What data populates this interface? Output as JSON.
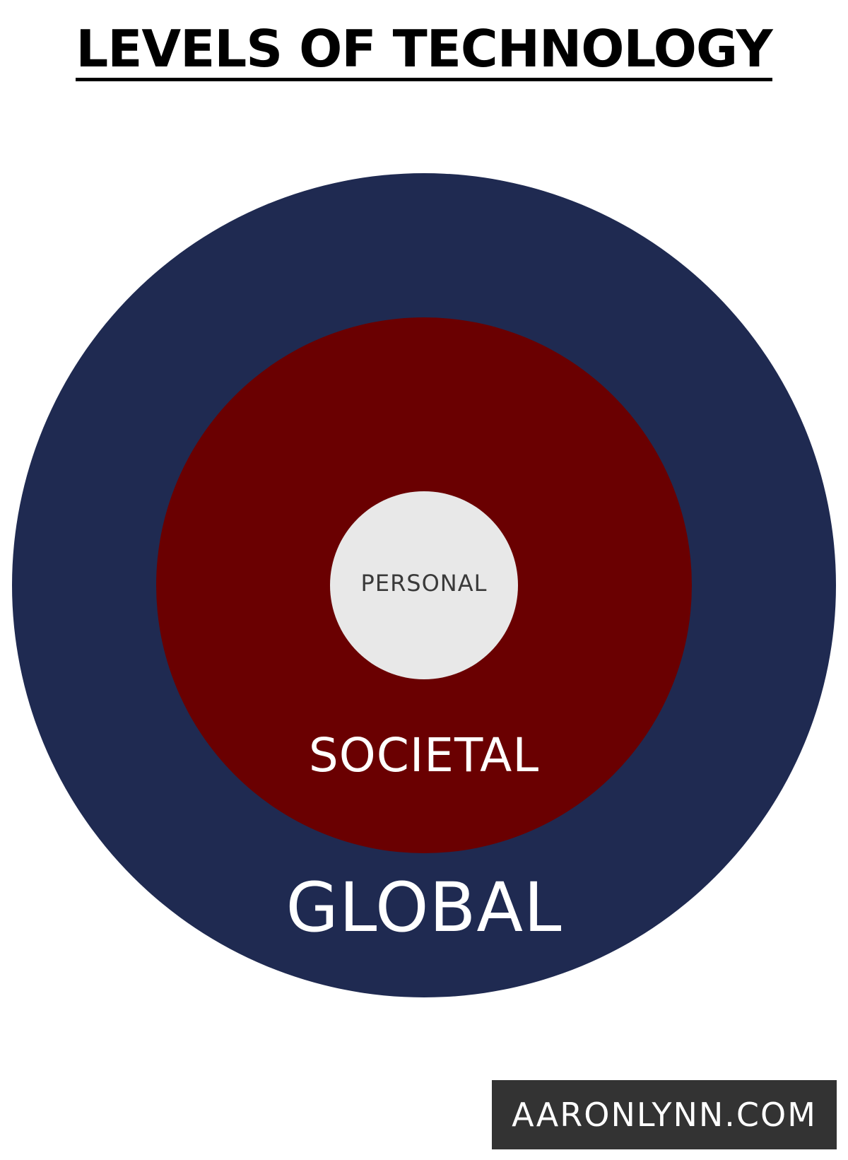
{
  "title": "LEVELS OF TECHNOLOGY",
  "levels": {
    "global": {
      "label": "GLOBAL",
      "color": "#1f2a51"
    },
    "societal": {
      "label": "SOCIETAL",
      "color": "#6a0001"
    },
    "personal": {
      "label": "PERSONAL",
      "color": "#e8e8e8"
    }
  },
  "watermark": "AARONLYNN.COM"
}
